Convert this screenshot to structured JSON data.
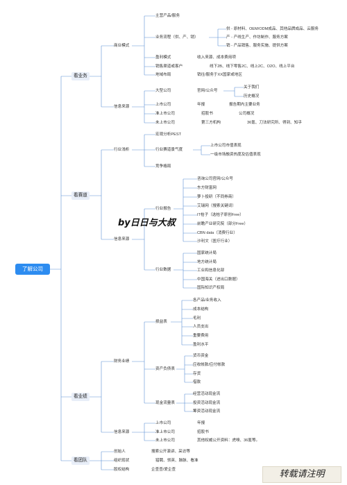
{
  "root": "了解公司",
  "watermark": "by日日与大叔",
  "stamp": "转载请注明",
  "branches": {
    "business": {
      "label": "看业务",
      "model": {
        "label": "商业模式",
        "main_product": "主营产品/服务",
        "process": {
          "label": "业务流程（供、产、销）",
          "supply": "供 - 原材料、OEM/ODM成品、其他品牌成品、云服务",
          "produce": "产 - 产线生产、作坊制作、服务方案",
          "sell": "销 - 产品销售、服务实施、提供方案"
        },
        "profit": {
          "label": "盈利模式",
          "value": "收入来源、成本费用项"
        },
        "channel": {
          "label": "销售渠道或客户",
          "value": "线下2B、线下零售2C、线上2C、O2O、线上平台"
        },
        "region": {
          "label": "地域布局",
          "value": "销往/服务于XX国家或地区"
        }
      },
      "info": {
        "label": "信息来源",
        "big": {
          "label": "大型公司",
          "site": "官网/公众号",
          "about": "关于我们",
          "history": "历史概况"
        },
        "listed": {
          "label": "上市公司",
          "report": "年报",
          "report_desc": "报告期内主要业务"
        },
        "pre": {
          "label": "准上市公司",
          "prosp": "招股书",
          "prosp_desc": "公司概况"
        },
        "unlisted": {
          "label": "未上市公司",
          "third": "第三方机构",
          "third_desc": "36氪、刀法研究所、得到、知乎"
        }
      }
    },
    "track": {
      "label": "看赛道",
      "analysis": {
        "label": "行业浅析",
        "pest": "宏观分析PEST",
        "boom": {
          "label": "行业赛道景气度",
          "a": "上市公司市值表现",
          "b": "一级市场融资热度及估值表现"
        },
        "comp": "竞争格局"
      },
      "info": {
        "label": "信息来源",
        "reports": {
          "label": "行业报告",
          "items": [
            "咨询公司官网/公众号",
            "东方财富网",
            "萝卜投研（不同券商）",
            "艾瑞网（搜索关键词）",
            "IT桔子（选桔子原创Free）",
            "前瞻产业研究院（部分Free）",
            "CBN data（消费行业）",
            "沙利文（医疗行业）"
          ]
        },
        "data": {
          "label": "行业数据",
          "items": [
            "国家统计局",
            "地方统计局",
            "工业和信息化部",
            "中国海关（进出口数据）",
            "国际知识产权局"
          ]
        }
      }
    },
    "perf": {
      "label": "看业绩",
      "fin": {
        "label": "财务业绩",
        "pl": {
          "label": "损益表",
          "items": [
            "各产品/业务收入",
            "成本结构",
            "毛利",
            "人员支出",
            "重要费用",
            "盈利水平"
          ]
        },
        "bs": {
          "label": "资产负债表",
          "items": [
            "货币资金",
            "应收帐款/应付帐款",
            "存货",
            "借款"
          ]
        },
        "cf": {
          "label": "现金流量表",
          "items": [
            "经营活动现金流",
            "投资活动现金流",
            "筹资活动现金流"
          ]
        }
      },
      "info": {
        "label": "信息来源",
        "listed": {
          "label": "上市公司",
          "value": "年报"
        },
        "pre": {
          "label": "准上市公司",
          "value": "招股书"
        },
        "unlisted": {
          "label": "未上市公司",
          "value": "其他权威公开资料：虎嗅、36氪等。"
        }
      }
    },
    "team": {
      "label": "看团队",
      "founder": {
        "label": "创始人",
        "value": "搜索公开演讲、采访等"
      },
      "org": {
        "label": "组织现状",
        "value": "猎聘、领英、脉脉、看准"
      },
      "equity": {
        "label": "股权结构",
        "value": "企查查/爱企查"
      }
    }
  }
}
